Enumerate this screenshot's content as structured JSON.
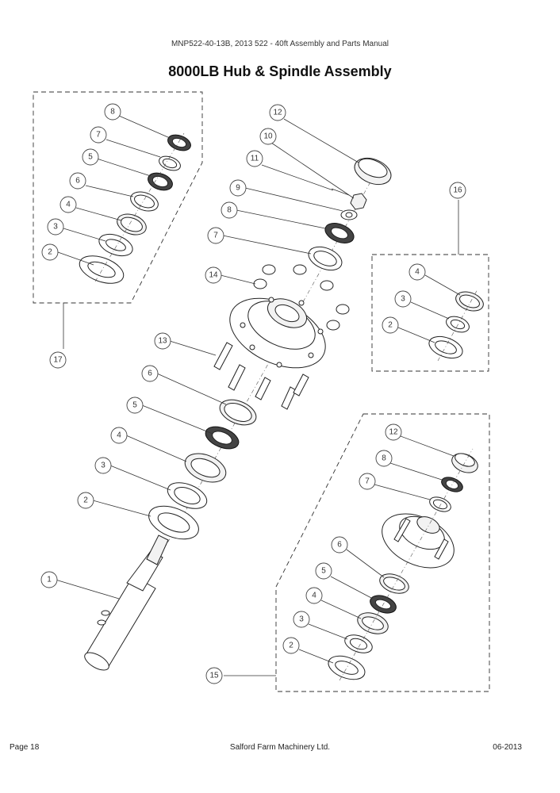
{
  "header": {
    "manual_ref": "MNP522-40-13B, 2013 522 - 40ft Assembly and Parts Manual",
    "title": "8000LB Hub & Spindle Assembly"
  },
  "footer": {
    "page": "Page 18",
    "company": "Salford Farm Machinery Ltd.",
    "date": "06-2013"
  },
  "callouts": {
    "c1": "1",
    "c2": "2",
    "c3": "3",
    "c4": "4",
    "c5": "5",
    "c6": "6",
    "c7": "7",
    "c8": "8",
    "c9": "9",
    "c10": "10",
    "c11": "11",
    "c12": "12",
    "c13": "13",
    "c14": "14",
    "k17_2": "2",
    "k17_3": "3",
    "k17_4": "4",
    "k17_6": "6",
    "k17_5": "5",
    "k17_7": "7",
    "k17_8": "8",
    "k17": "17",
    "k16": "16",
    "k16_4": "4",
    "k16_3": "3",
    "k16_2": "2",
    "k15": "15",
    "k15_12": "12",
    "k15_8": "8",
    "k15_7": "7",
    "k15_6": "6",
    "k15_5": "5",
    "k15_4": "4",
    "k15_3": "3",
    "k15_2": "2"
  }
}
